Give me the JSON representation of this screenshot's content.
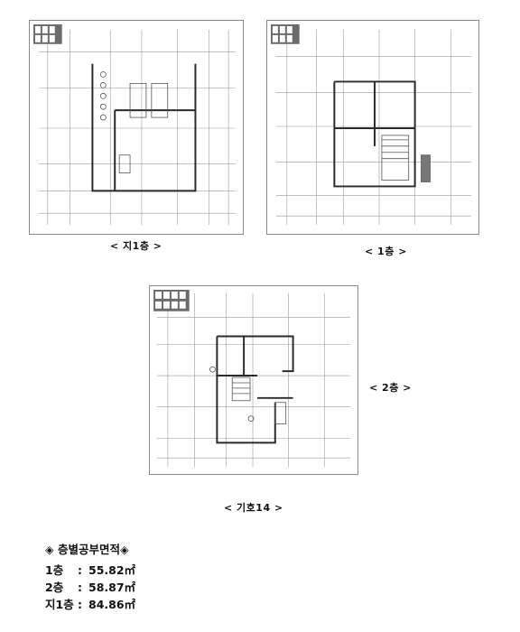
{
  "captions": {
    "basement": "< 지1층 >",
    "first": "< 1층 >",
    "second": "< 2층 >",
    "unit": "< 기호14 >"
  },
  "area_summary": {
    "title": "◈ 층별공부면적◈",
    "rows": [
      {
        "label": "1층",
        "sep": ":",
        "value": "55.82㎡"
      },
      {
        "label": "2층",
        "sep": ":",
        "value": "58.87㎡"
      },
      {
        "label": "지1층",
        "sep": ":",
        "value": "84.86㎡"
      }
    ]
  },
  "colors": {
    "grid_line": "#9a9a9a",
    "wall": "#2a2a2a",
    "stamp": "#6b6b6b"
  }
}
